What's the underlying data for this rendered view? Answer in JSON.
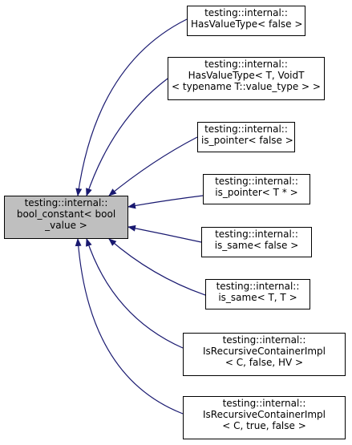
{
  "diagram": {
    "base": {
      "lines": [
        "testing::internal::",
        "bool_constant< bool",
        "_value >"
      ],
      "fill": "#bfbfbf"
    },
    "edge_color": "#191970",
    "derived": [
      {
        "lines": [
          "testing::internal::",
          "HasValueType< false >"
        ]
      },
      {
        "lines": [
          "testing::internal::",
          "HasValueType< T, VoidT",
          "< typename T::value_type > >"
        ]
      },
      {
        "lines": [
          "testing::internal::",
          "is_pointer< false >"
        ]
      },
      {
        "lines": [
          "testing::internal::",
          "is_pointer< T * >"
        ]
      },
      {
        "lines": [
          "testing::internal::",
          "is_same< false >"
        ]
      },
      {
        "lines": [
          "testing::internal::",
          "is_same< T, T >"
        ]
      },
      {
        "lines": [
          "testing::internal::",
          "IsRecursiveContainerImpl",
          "< C, false, HV >"
        ]
      },
      {
        "lines": [
          "testing::internal::",
          "IsRecursiveContainerImpl",
          "< C, true, false >"
        ]
      }
    ]
  }
}
